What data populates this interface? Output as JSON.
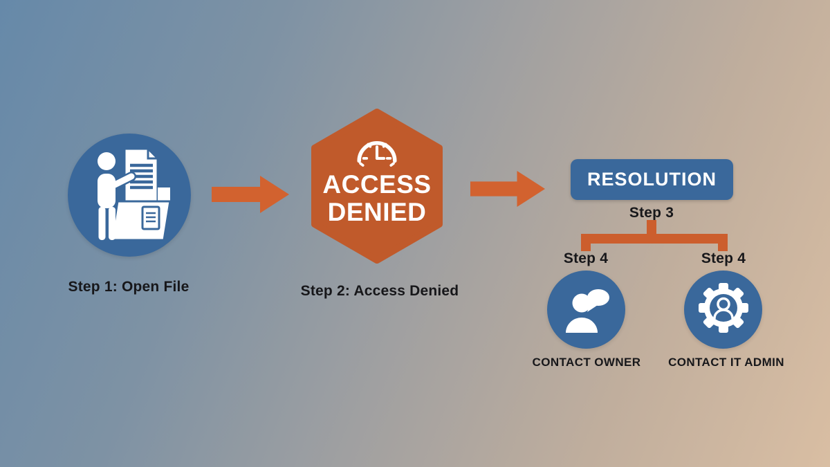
{
  "colors": {
    "background_top_left": "#6689A9",
    "background_middle": "#A0A0A1",
    "background_bottom_right": "#D9BEA3",
    "node_blue": "#3A689B",
    "hexagon_orange": "#C05A2B",
    "arrow_orange": "#D2622F",
    "connector_orange": "#CC5E2D",
    "caption_dark": "#17171A",
    "white": "#FFFFFF"
  },
  "flow": {
    "step1": {
      "caption": "Step 1: Open File",
      "icon": "person-folder-icon"
    },
    "arrows": {
      "arrow1": "arrow-right-icon",
      "arrow2": "arrow-right-icon"
    },
    "step2": {
      "caption": "Step 2: Access Denied",
      "badge_line1": "ACCESS",
      "badge_line2": "DENIED",
      "icon": "gauge-icon"
    },
    "resolution": {
      "title": "RESOLUTION",
      "step_caption": "Step 3"
    },
    "branches": [
      {
        "step_caption": "Step 4",
        "caption": "CONTACT OWNER",
        "icon": "person-chat-icon"
      },
      {
        "step_caption": "Step 4",
        "caption": "CONTACT IT ADMIN",
        "icon": "gear-person-icon"
      }
    ]
  }
}
